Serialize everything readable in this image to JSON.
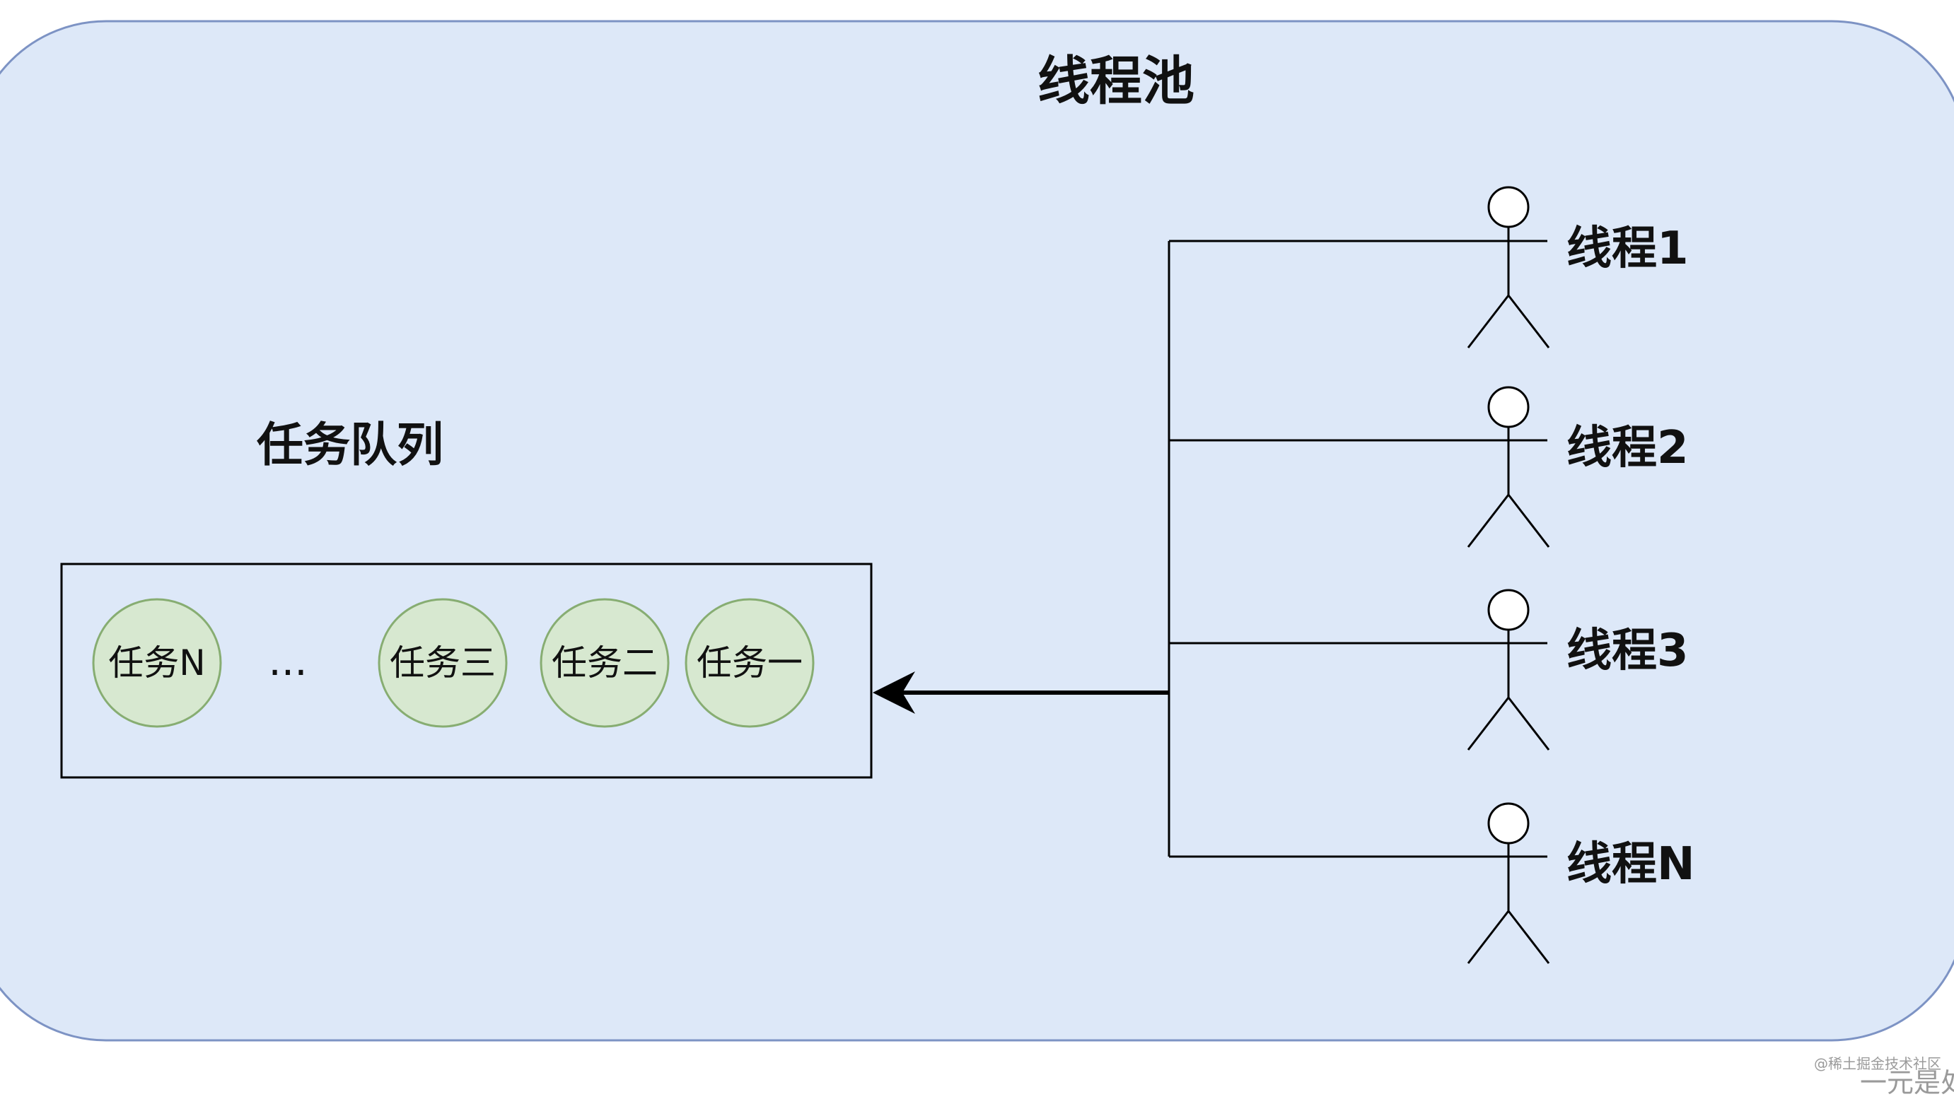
{
  "pool": {
    "title": "线程池",
    "fill_color": "#dde8f8",
    "border_color": "#7d93c4"
  },
  "queue": {
    "label": "任务队列",
    "tasks": [
      {
        "label": "任务N"
      },
      {
        "label": "..."
      },
      {
        "label": "任务三"
      },
      {
        "label": "任务二"
      },
      {
        "label": "任务一"
      }
    ],
    "task_fill": "#d7e8d0",
    "task_border": "#87ad72"
  },
  "threads": [
    {
      "label": "线程1"
    },
    {
      "label": "线程2"
    },
    {
      "label": "线程3"
    },
    {
      "label": "线程N"
    }
  ],
  "watermark": {
    "line1": "@稀土掘金技术社区",
    "line2": "一元是处!"
  }
}
